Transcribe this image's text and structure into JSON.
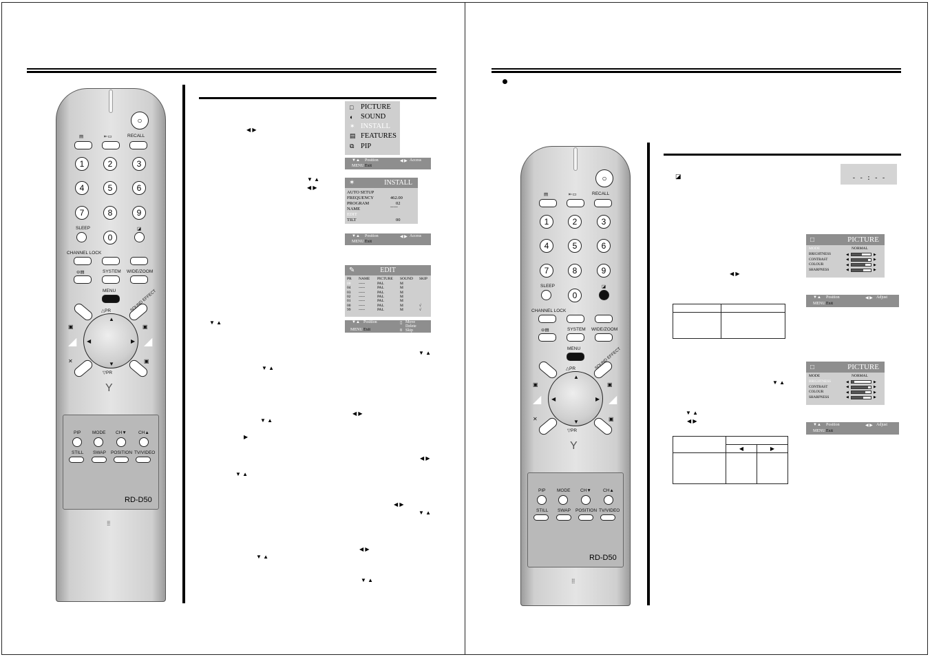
{
  "remote": {
    "model": "RD-D50",
    "labels": {
      "recall": "RECALL",
      "sleep": "SLEEP",
      "channel_lock": "CHANNEL LOCK",
      "system": "SYSTEM",
      "wide_zoom": "WIDE/ZOOM",
      "menu": "MENU",
      "sound_effect": "SOUND EFFECT",
      "pr_up": "△PR",
      "pr_down": "▽PR",
      "pip": "PIP",
      "mode": "MODE",
      "ch_down": "CH▼",
      "ch_up": "CH▲",
      "still": "STILL",
      "swap": "SWAP",
      "position": "POSITION",
      "tv_video": "TV/VIDEO"
    },
    "digits": [
      "1",
      "2",
      "3",
      "4",
      "5",
      "6",
      "7",
      "8",
      "9",
      "0"
    ],
    "power_symbol": "○"
  },
  "left_page": {
    "main_menu": {
      "items": [
        {
          "icon": "□",
          "label": "PICTURE"
        },
        {
          "icon": "◐",
          "label": "SOUND"
        },
        {
          "icon": "✶",
          "label": "INSTALL"
        },
        {
          "icon": "▤",
          "label": "FEATURES"
        },
        {
          "icon": "⧉",
          "label": "PIP"
        }
      ],
      "footer": {
        "arrows_left": "▼▲",
        "position": "Position",
        "arrows_right": "◀ ▶",
        "access": "Access",
        "menu": "MENU",
        "exit": "Exit"
      }
    },
    "install_menu": {
      "title": "INSTALL",
      "lines": [
        {
          "label": "AUTO SETUP",
          "value": ""
        },
        {
          "label": "FREQUENCY",
          "value": "462.00"
        },
        {
          "label": "PROGRAM",
          "value": "02"
        },
        {
          "label": "NAME",
          "value": "-----"
        },
        {
          "label": "EDIT",
          "value": ""
        },
        {
          "label": "TILT",
          "value": "00"
        }
      ],
      "footer": {
        "arrows_left": "▼▲",
        "position": "Position",
        "arrows_right": "◀ ▶",
        "access": "Access",
        "menu": "MENU",
        "exit": "Exit"
      }
    },
    "edit_menu": {
      "title": "EDIT",
      "headers": [
        "PR",
        "NAME",
        "PICTURE",
        "SOUND",
        "SKIP"
      ],
      "rows": [
        {
          "pr": "08",
          "name": "-----",
          "picture": "PAL",
          "sound": "M",
          "skip": ""
        },
        {
          "pr": "04",
          "name": "-----",
          "picture": "PAL",
          "sound": "M",
          "skip": ""
        },
        {
          "pr": "03",
          "name": "-----",
          "picture": "PAL",
          "sound": "M",
          "skip": ""
        },
        {
          "pr": "02",
          "name": "-----",
          "picture": "PAL",
          "sound": "M",
          "skip": ""
        },
        {
          "pr": "01",
          "name": "-----",
          "picture": "PAL",
          "sound": "M",
          "skip": ""
        },
        {
          "pr": "00",
          "name": "-----",
          "picture": "PAL",
          "sound": "M",
          "skip": "√"
        },
        {
          "pr": "99",
          "name": "-----",
          "picture": "PAL",
          "sound": "M",
          "skip": "√"
        }
      ],
      "footer": {
        "arrows_left": "▼▲",
        "position": "Position",
        "move": "Move",
        "delete": "Delete",
        "skip": "Skip",
        "menu": "MENU",
        "exit": "Exit"
      }
    },
    "glyphs": {
      "lr": "◀ ▶",
      "du": "▼ ▲",
      "right": "▶"
    }
  },
  "right_page": {
    "clock": "- - : - -",
    "picture_menu_1": {
      "title": "PICTURE",
      "mode_label": "MODE",
      "mode_value": "NORMAL",
      "items": [
        {
          "label": "BRIGHTNESS",
          "level": 0.55
        },
        {
          "label": "CONTRAST",
          "level": 0.85
        },
        {
          "label": "COLOUR",
          "level": 0.7
        },
        {
          "label": "SHARPNESS",
          "level": 0.6
        }
      ],
      "footer": {
        "arrows_left": "▼▲",
        "position": "Position",
        "arrows_right": "◀ ▶",
        "adjust": "Adjust",
        "menu": "MENU",
        "exit": "Exit"
      }
    },
    "picture_menu_2": {
      "title": "PICTURE",
      "mode_label": "MODE",
      "mode_value": "NORMAL",
      "items": [
        {
          "label": "BRIGHTNESS",
          "level": 0.15
        },
        {
          "label": "CONTRAST",
          "level": 0.85
        },
        {
          "label": "COLOUR",
          "level": 0.7
        },
        {
          "label": "SHARPNESS",
          "level": 0.6
        }
      ],
      "footer": {
        "arrows_left": "▼▲",
        "position": "Position",
        "arrows_right": "◀ ▶",
        "adjust": "Adjust",
        "menu": "MENU",
        "exit": "Exit"
      }
    },
    "adjust_table_arrows": [
      "◀",
      "▶"
    ],
    "glyphs": {
      "lr": "◀ ▶",
      "du": "▼ ▲"
    }
  }
}
